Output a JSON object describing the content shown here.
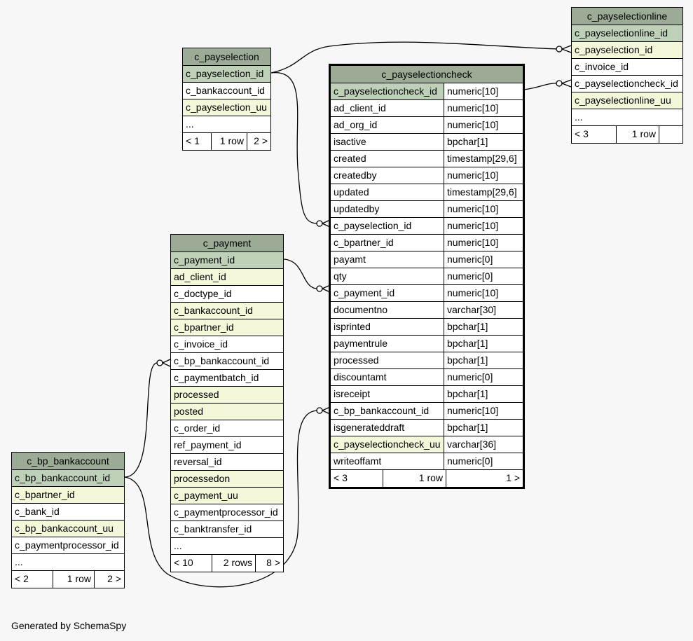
{
  "credit": "Generated by SchemaSpy",
  "tables": {
    "c_payselection": {
      "name": "c_payselection",
      "rows": [
        {
          "name": "c_payselection_id",
          "kind": "pk"
        },
        {
          "name": "c_bankaccount_id",
          "kind": "plain"
        },
        {
          "name": "c_payselection_uu",
          "kind": "fk"
        },
        {
          "name": "...",
          "kind": "plain"
        }
      ],
      "footer": [
        "< 1",
        "1 row",
        "2 >"
      ]
    },
    "c_payselectionline": {
      "name": "c_payselectionline",
      "rows": [
        {
          "name": "c_payselectionline_id",
          "kind": "pk"
        },
        {
          "name": "c_payselection_id",
          "kind": "fk"
        },
        {
          "name": "c_invoice_id",
          "kind": "plain"
        },
        {
          "name": "c_payselectioncheck_id",
          "kind": "plain"
        },
        {
          "name": "c_payselectionline_uu",
          "kind": "fk"
        },
        {
          "name": "...",
          "kind": "plain"
        }
      ],
      "footer": [
        "< 3",
        "1 row",
        ""
      ]
    },
    "c_payselectioncheck": {
      "name": "c_payselectioncheck",
      "rows": [
        {
          "name": "c_payselectioncheck_id",
          "type": "numeric[10]",
          "kind": "pk"
        },
        {
          "name": "ad_client_id",
          "type": "numeric[10]",
          "kind": "plain"
        },
        {
          "name": "ad_org_id",
          "type": "numeric[10]",
          "kind": "plain"
        },
        {
          "name": "isactive",
          "type": "bpchar[1]",
          "kind": "plain"
        },
        {
          "name": "created",
          "type": "timestamp[29,6]",
          "kind": "plain"
        },
        {
          "name": "createdby",
          "type": "numeric[10]",
          "kind": "plain"
        },
        {
          "name": "updated",
          "type": "timestamp[29,6]",
          "kind": "plain"
        },
        {
          "name": "updatedby",
          "type": "numeric[10]",
          "kind": "plain"
        },
        {
          "name": "c_payselection_id",
          "type": "numeric[10]",
          "kind": "plain"
        },
        {
          "name": "c_bpartner_id",
          "type": "numeric[10]",
          "kind": "plain"
        },
        {
          "name": "payamt",
          "type": "numeric[0]",
          "kind": "plain"
        },
        {
          "name": "qty",
          "type": "numeric[0]",
          "kind": "plain"
        },
        {
          "name": "c_payment_id",
          "type": "numeric[10]",
          "kind": "plain"
        },
        {
          "name": "documentno",
          "type": "varchar[30]",
          "kind": "plain"
        },
        {
          "name": "isprinted",
          "type": "bpchar[1]",
          "kind": "plain"
        },
        {
          "name": "paymentrule",
          "type": "bpchar[1]",
          "kind": "plain"
        },
        {
          "name": "processed",
          "type": "bpchar[1]",
          "kind": "plain"
        },
        {
          "name": "discountamt",
          "type": "numeric[0]",
          "kind": "plain"
        },
        {
          "name": "isreceipt",
          "type": "bpchar[1]",
          "kind": "plain"
        },
        {
          "name": "c_bp_bankaccount_id",
          "type": "numeric[10]",
          "kind": "plain"
        },
        {
          "name": "isgenerateddraft",
          "type": "bpchar[1]",
          "kind": "plain"
        },
        {
          "name": "c_payselectioncheck_uu",
          "type": "varchar[36]",
          "kind": "fk"
        },
        {
          "name": "writeoffamt",
          "type": "numeric[0]",
          "kind": "plain"
        }
      ],
      "footer": [
        "< 3",
        "1 row",
        "1 >"
      ]
    },
    "c_payment": {
      "name": "c_payment",
      "rows": [
        {
          "name": "c_payment_id",
          "kind": "pk"
        },
        {
          "name": "ad_client_id",
          "kind": "fk"
        },
        {
          "name": "c_doctype_id",
          "kind": "plain"
        },
        {
          "name": "c_bankaccount_id",
          "kind": "fk"
        },
        {
          "name": "c_bpartner_id",
          "kind": "fk"
        },
        {
          "name": "c_invoice_id",
          "kind": "plain"
        },
        {
          "name": "c_bp_bankaccount_id",
          "kind": "plain"
        },
        {
          "name": "c_paymentbatch_id",
          "kind": "plain"
        },
        {
          "name": "processed",
          "kind": "fk"
        },
        {
          "name": "posted",
          "kind": "fk"
        },
        {
          "name": "c_order_id",
          "kind": "plain"
        },
        {
          "name": "ref_payment_id",
          "kind": "plain"
        },
        {
          "name": "reversal_id",
          "kind": "plain"
        },
        {
          "name": "processedon",
          "kind": "fk"
        },
        {
          "name": "c_payment_uu",
          "kind": "fk"
        },
        {
          "name": "c_paymentprocessor_id",
          "kind": "plain"
        },
        {
          "name": "c_banktransfer_id",
          "kind": "plain"
        },
        {
          "name": "...",
          "kind": "plain"
        }
      ],
      "footer": [
        "< 10",
        "2 rows",
        "8 >"
      ]
    },
    "c_bp_bankaccount": {
      "name": "c_bp_bankaccount",
      "rows": [
        {
          "name": "c_bp_bankaccount_id",
          "kind": "pk"
        },
        {
          "name": "c_bpartner_id",
          "kind": "fk"
        },
        {
          "name": "c_bank_id",
          "kind": "plain"
        },
        {
          "name": "c_bp_bankaccount_uu",
          "kind": "fk"
        },
        {
          "name": "c_paymentprocessor_id",
          "kind": "plain"
        },
        {
          "name": "...",
          "kind": "plain"
        }
      ],
      "footer": [
        "< 2",
        "1 row",
        "2 >"
      ]
    }
  },
  "colors": {
    "header": "#9bab96",
    "primary_key": "#bed1b8",
    "indexed": "#f4f7da",
    "background": "#f7f7f7"
  }
}
